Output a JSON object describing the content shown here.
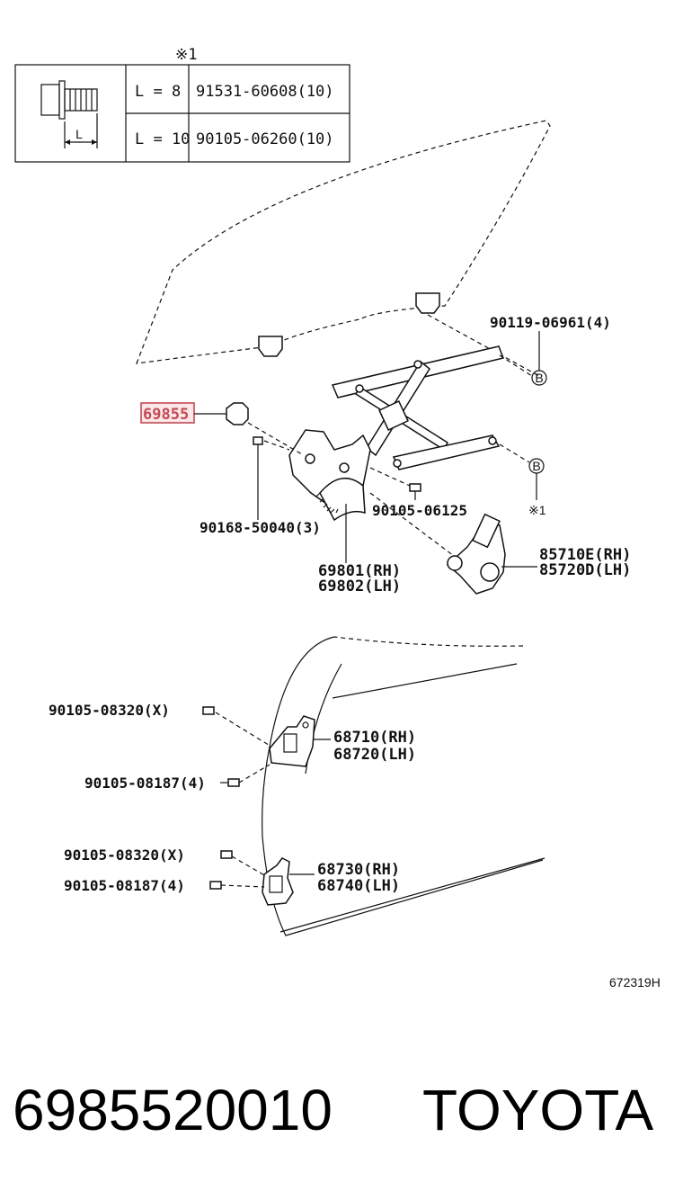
{
  "table": {
    "marker": "※1",
    "rows": [
      {
        "length": "L = 8",
        "part": "91531-60608(10)"
      },
      {
        "length": "L = 10",
        "part": "90105-06260(10)"
      }
    ],
    "dim_label": "L"
  },
  "callouts": {
    "p90119": "90119-06961(4)",
    "b_upper": "B",
    "b_lower": "B",
    "star_lower": "※1",
    "p69855": "69855",
    "p90105_06125": "90105-06125",
    "p90168": "90168-50040(3)",
    "motor_rh": "85710E(RH)",
    "motor_lh": "85720D(LH)",
    "reg_rh": "69801(RH)",
    "reg_lh": "69802(LH)",
    "b1_x": "90105-08320(X)",
    "hinge_up_rh": "68710(RH)",
    "hinge_up_lh": "68720(LH)",
    "b1_4": "90105-08187(4)",
    "b2_x": "90105-08320(X)",
    "b2_4": "90105-08187(4)",
    "hinge_lo_rh": "68730(RH)",
    "hinge_lo_lh": "68740(LH)",
    "ref_code": "672319H"
  },
  "highlight_color": "#c24a55",
  "footer": {
    "part_number": "6985520010",
    "brand": "TOYOTA"
  }
}
